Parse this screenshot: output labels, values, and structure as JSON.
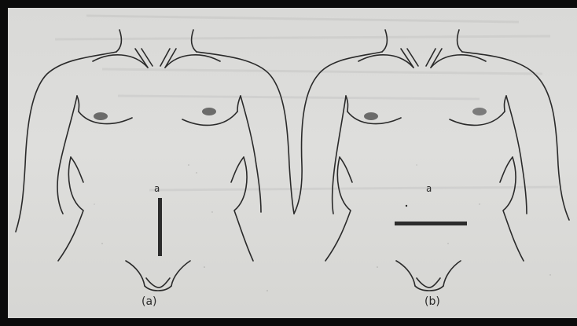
{
  "figures": [
    {
      "id": "a",
      "caption": "(a)",
      "navel_glyph": "a",
      "incision": "vertical-midline"
    },
    {
      "id": "b",
      "caption": "(b)",
      "navel_glyph": "a",
      "incision": "horizontal-transverse"
    }
  ],
  "colors": {
    "paper": "#dcdcda",
    "ink": "#2a2a2a",
    "frame": "#0b0b0b"
  }
}
